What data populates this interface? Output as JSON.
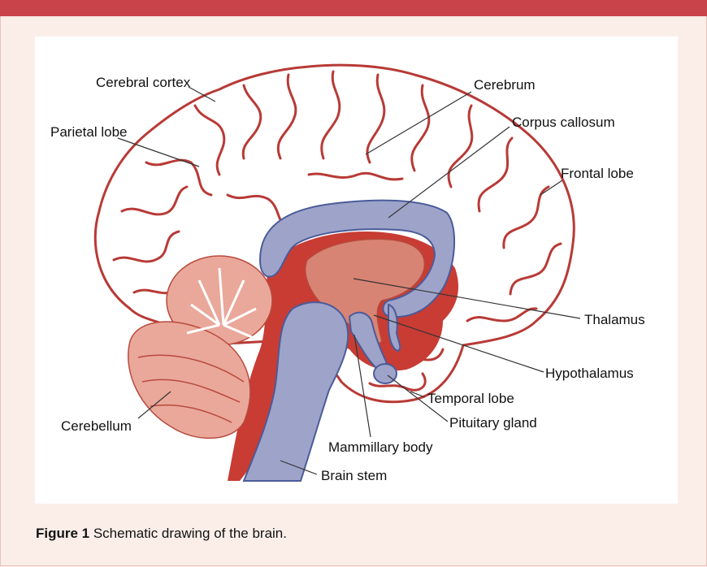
{
  "figure": {
    "labels": {
      "cerebral_cortex": "Cerebral cortex",
      "parietal_lobe": "Parietal lobe",
      "cerebrum": "Cerebrum",
      "corpus_callosum": "Corpus callosum",
      "frontal_lobe": "Frontal lobe",
      "thalamus": "Thalamus",
      "hypothalamus": "Hypothalamus",
      "temporal_lobe": "Temporal lobe",
      "pituitary_gland": "Pituitary gland",
      "cerebellum": "Cerebellum",
      "mammillary_body": "Mammillary body",
      "brain_stem": "Brain stem"
    },
    "caption": {
      "number": "Figure 1",
      "text": " Schematic drawing of the brain."
    }
  },
  "colors": {
    "accent_bar": "#c9444a",
    "background": "#fbeee9",
    "cortex_outline": "#b83a36",
    "blue_structures": "#9ea4c9",
    "thalamus": "#d88474",
    "cerebellum": "#e9a89a"
  }
}
